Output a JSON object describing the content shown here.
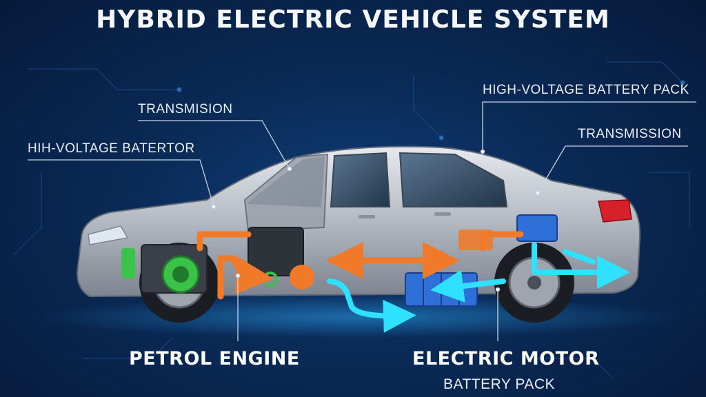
{
  "title": "HYBRID ELECTRIC VEHICLE SYSTEM",
  "labels": {
    "transmission_left": "TRANSMISION",
    "hih_voltage": "HIH-VOLTAGE BATERTOR",
    "hv_battery_pack": "HIGH-VOLTAGE BATTERY PACK",
    "transmission_right": "TRANSMISSION",
    "petrol_engine": "PETROL ENGINE",
    "electric_motor": "ELECTRIC MOTOR",
    "battery_pack": "BATTERY PACK"
  },
  "colors": {
    "background": "#0a2a57",
    "car_body": "#b9bec6",
    "petrol_flow": "#f07a2a",
    "electric_flow": "#2fe0ff",
    "engine_green": "#3cc24a",
    "battery_blue": "#2f6fd8",
    "tail_light": "#d8202a"
  }
}
